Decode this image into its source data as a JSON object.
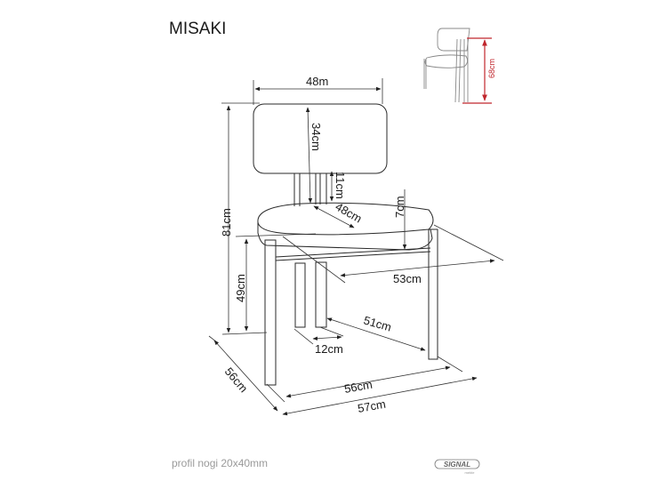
{
  "title": "MISAKI",
  "dimensions": {
    "back_width": "48m",
    "total_height": "81cm",
    "seat_height": "49cm",
    "back_height": "34cm",
    "back_gap": "11cm",
    "seat_thickness": "7cm",
    "seat_depth": "48cm",
    "depth_top": "53cm",
    "leg_depth": "51cm",
    "back_leg_spacing": "12cm",
    "side_depth": "56cm",
    "front_width": "56cm",
    "total_width": "57cm"
  },
  "thumbnail": {
    "armrest_height": "68cm",
    "accent_color": "#c0262c"
  },
  "footer": {
    "note": "profil nogi 20x40mm",
    "logo_text": "SIGNAL",
    "logo_subtext": "meble"
  }
}
